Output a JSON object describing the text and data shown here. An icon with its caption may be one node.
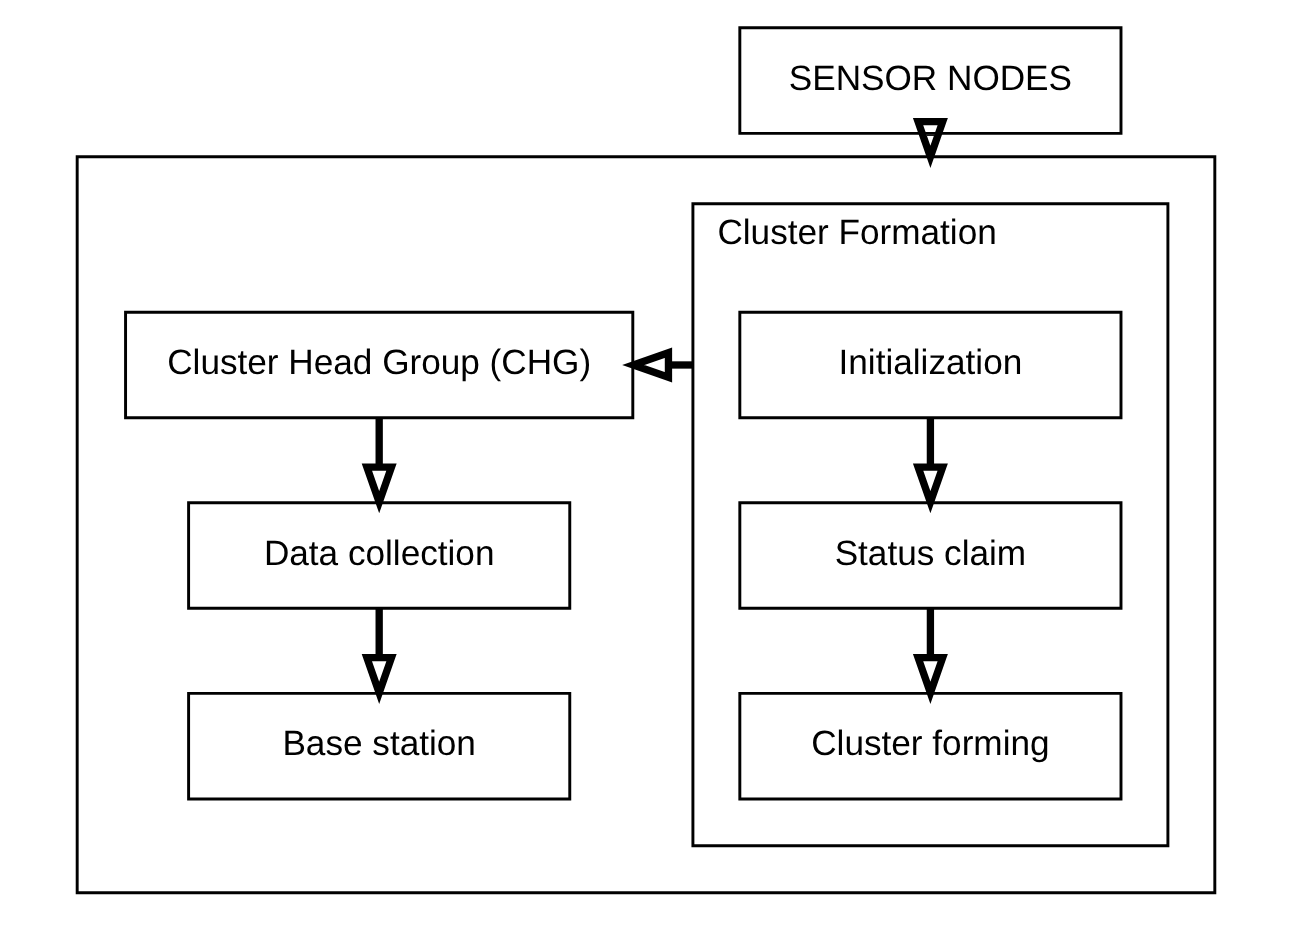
{
  "diagram": {
    "nodes": [
      {
        "text": [
          "SENSOR NODES"
        ]
      },
      {
        "text": [],
        "shape": "box"
      },
      {
        "text": [
          "Cluster Formation"
        ],
        "in": 1
      },
      {
        "text": [
          "Initialization"
        ],
        "in": 2
      },
      {
        "text": [
          "Status claim"
        ],
        "in": 2
      },
      {
        "text": [
          "Cluster forming"
        ],
        "in": 2
      },
      {
        "text": [
          "Cluster Head Group (CHG)"
        ],
        "in": 1
      },
      {
        "text": [
          "Data collection"
        ],
        "in": 1
      },
      {
        "text": [
          "Base station"
        ],
        "in": 1
      }
    ],
    "edges": [
      {
        "from": 0,
        "to": 1,
        "arrow": "to"
      },
      {
        "from": 3,
        "to": 4,
        "arrow": "to"
      },
      {
        "from": 4,
        "to": 5,
        "arrow": "to"
      },
      {
        "from": 2,
        "to": 6,
        "arrow": "to"
      },
      {
        "from": 6,
        "to": 7,
        "arrow": "to"
      },
      {
        "from": 7,
        "to": 8,
        "arrow": "to"
      }
    ]
  }
}
